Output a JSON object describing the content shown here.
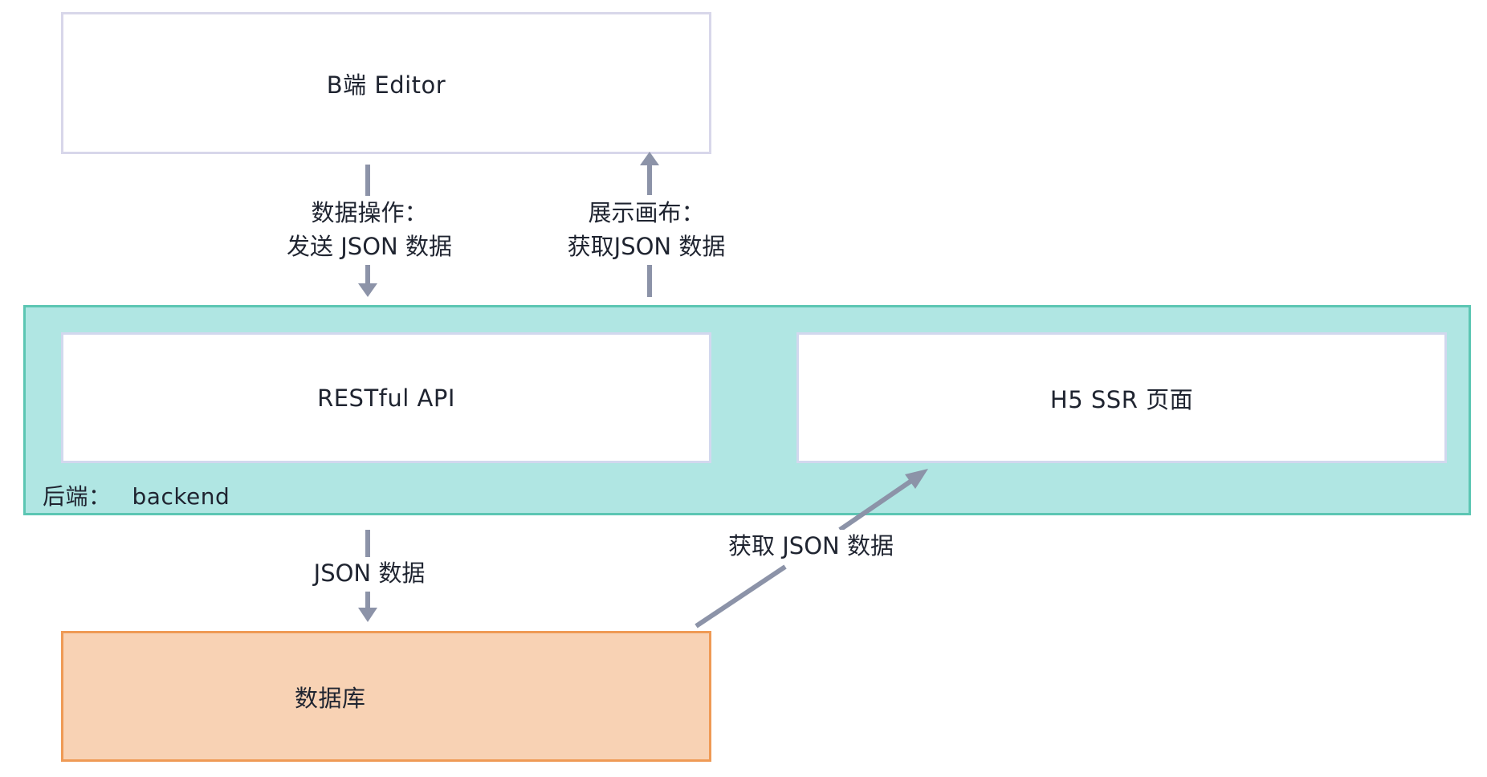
{
  "nodes": {
    "editor": "B端 Editor",
    "restful_api": "RESTful API",
    "h5_ssr": "H5 SSR 页面",
    "database": "数据库"
  },
  "backend": {
    "label": "后端：",
    "name": "backend"
  },
  "edges": {
    "send": {
      "line1": "数据操作：",
      "line2": "发送 JSON 数据"
    },
    "show": {
      "line1": "展示画布：",
      "line2": "获取JSON 数据"
    },
    "db_json": "JSON 数据",
    "fetch_json": "获取 JSON 数据"
  },
  "colors": {
    "backend_fill": "#b0e6e3",
    "backend_border": "#5cc6b3",
    "database_fill": "#f8d2b4",
    "database_border": "#ef9a55",
    "arrow": "#8c93a8"
  }
}
